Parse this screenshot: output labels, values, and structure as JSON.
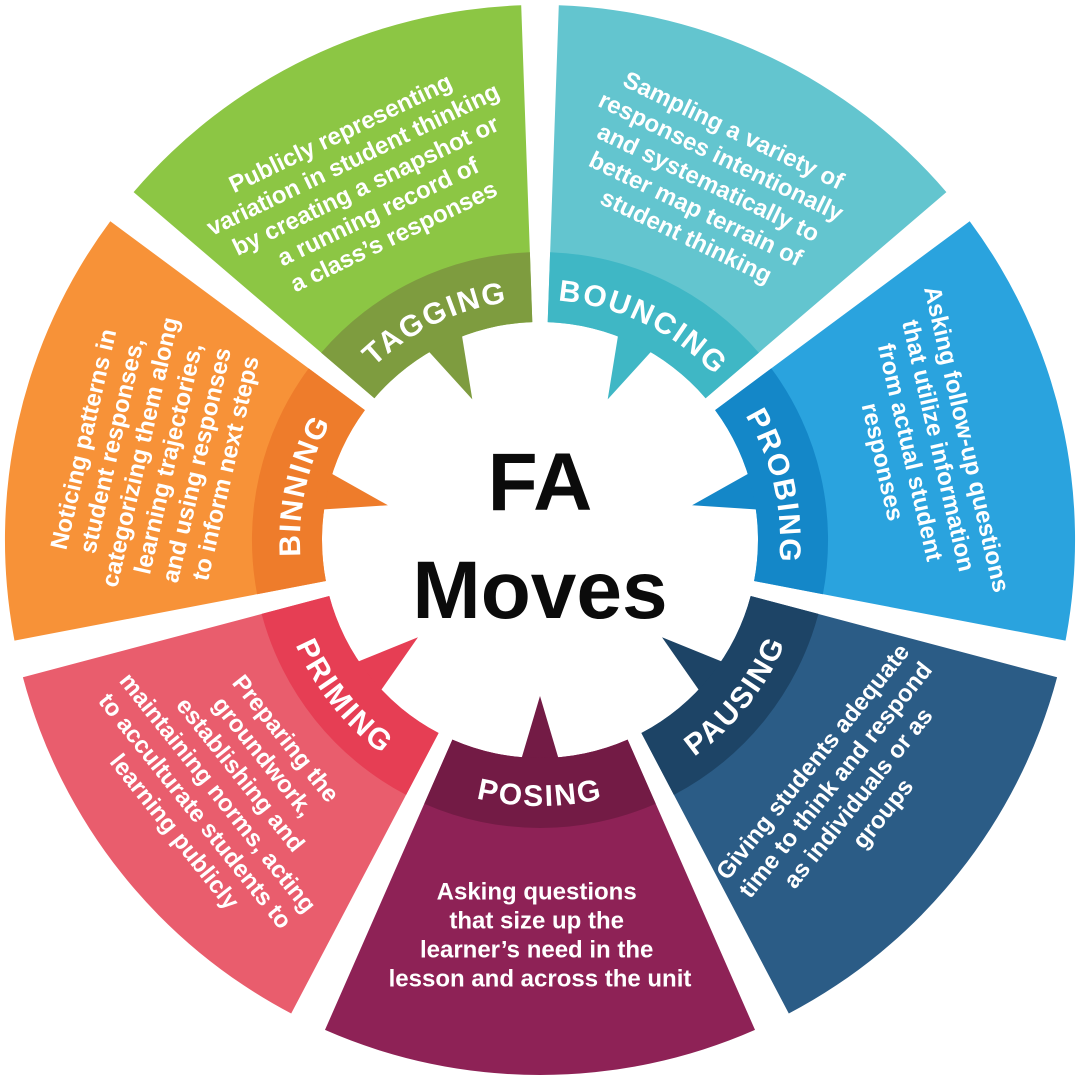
{
  "title": {
    "line1": "FA",
    "line2": "Moves"
  },
  "background_color": "#ffffff",
  "center_text_color": "#0b0b0b",
  "segments": [
    {
      "id": "tagging",
      "label": "TAGGING",
      "color_main": "#8CC644",
      "color_band": "#7E9C3F",
      "desc_lines": [
        "Publicly representing",
        "variation in student thinking",
        "by creating a snapshot or",
        "a running record of",
        "a class’s responses"
      ]
    },
    {
      "id": "bouncing",
      "label": "BOUNCING",
      "color_main": "#63C5CF",
      "color_band": "#3FB7C5",
      "desc_lines": [
        "Sampling a variety of",
        "responses intentionally",
        "and systematically to",
        "better map terrain of",
        "student thinking"
      ]
    },
    {
      "id": "probing",
      "label": "PROBING",
      "color_main": "#2AA3DE",
      "color_band": "#1487C8",
      "desc_lines": [
        "Asking follow-up questions",
        "that utilize information",
        "from actual student",
        "responses"
      ]
    },
    {
      "id": "pausing",
      "label": "PAUSING",
      "color_main": "#2B5C86",
      "color_band": "#1D4466",
      "desc_lines": [
        "Giving students adequate",
        "time to think and respond",
        "as individuals or as",
        "groups"
      ]
    },
    {
      "id": "posing",
      "label": "POSING",
      "color_main": "#8E2256",
      "color_band": "#731B45",
      "desc_lines": [
        "Asking questions",
        "that size up the",
        "learner’s need in the",
        "lesson and across the unit"
      ]
    },
    {
      "id": "priming",
      "label": "PRIMING",
      "color_main": "#E95D6D",
      "color_band": "#E63E54",
      "desc_lines": [
        "Preparing the",
        "groundwork,",
        "establishing and",
        "maintaining norms, acting",
        "to acculturate students to",
        "learning publicly"
      ]
    },
    {
      "id": "binning",
      "label": "BINNING",
      "color_main": "#F79238",
      "color_band": "#EE7C2B",
      "desc_lines": [
        "Noticing patterns in",
        "student responses,",
        "categorizing them along",
        "learning trajectories,",
        "and using responses",
        "to inform next steps"
      ]
    }
  ]
}
